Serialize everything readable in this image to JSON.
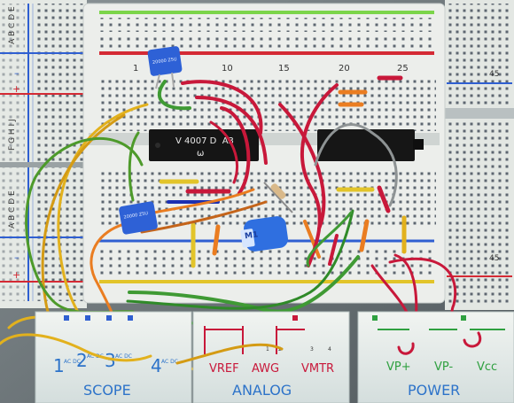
{
  "left_board": {
    "row_letters_top": "A B C D E",
    "row_letters_mid": "F G H I J",
    "row_letters_low": "A B C D E"
  },
  "main_board": {
    "column_numbers": [
      "1",
      "10",
      "15",
      "20",
      "25"
    ],
    "chip_left_label": "V 4007 D  A3",
    "chip_left_logo": "ω",
    "cap_top_label": "20000 Z5U",
    "cap_mid_label": "20000 Z5U",
    "cap_blue_label": "M1"
  },
  "right_board": {
    "numbers": [
      "45",
      "45"
    ]
  },
  "scope_panel": {
    "title": "SCOPE",
    "channels": [
      {
        "num": "1",
        "sub": "AC DC"
      },
      {
        "num": "2",
        "sub": "AC DC"
      },
      {
        "num": "3",
        "sub": "AC DC"
      },
      {
        "num": "4",
        "sub": "AC DC"
      }
    ]
  },
  "analog_panel": {
    "title": "ANALOG",
    "labels": [
      "VREF",
      "AWG",
      "VMTR"
    ],
    "marks": [
      "1",
      "2",
      "3",
      "4"
    ]
  },
  "power_panel": {
    "title": "POWER",
    "labels": [
      "VP+",
      "VP-",
      "Vcc"
    ]
  },
  "colors": {
    "board": "#e8ebe7",
    "hole": "#5d6670",
    "rail_red": "#d42a34",
    "rail_blue": "#2f5fd1",
    "rail_green": "#7bd54a",
    "rail_yellow": "#e2c42a",
    "panel": "#dfe7e5",
    "panel_text": "#2d73c9",
    "chip": "#111111",
    "wire_red": "#c8183a",
    "wire_orange": "#ea7d21",
    "wire_yellow": "#e2b11d",
    "wire_green": "#4d9a2a",
    "capacitor": "#2e61d6"
  }
}
